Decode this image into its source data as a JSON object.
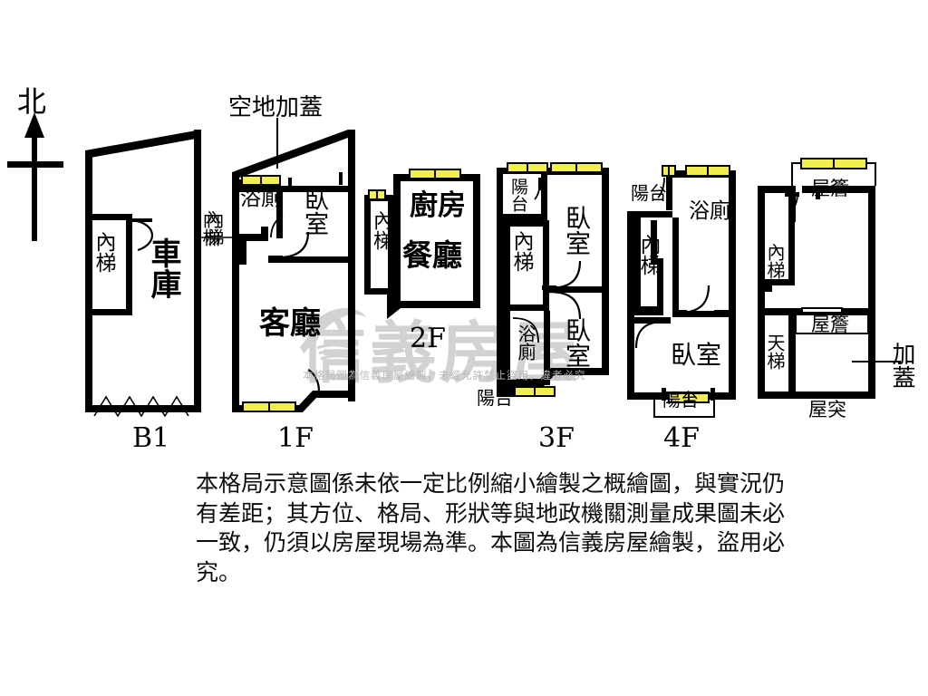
{
  "doc": {
    "kind": "real-estate-floorplan",
    "compass": {
      "label": "北",
      "icon": "north-arrow-icon"
    },
    "watermark": {
      "brand": "信義房屋",
      "notice": "本格局圖為信義房屋繪製，未經允許禁止盜用，違者必究"
    },
    "disclaimer": "本格局示意圖係未依一定比例縮小繪製之概繪圖，與實況仍有差距；其方位、格局、形狀等與地政機關測量成果圖未必一致，仍須以房屋現場為準。本圖為信義房屋繪製，盜用必究。"
  },
  "floors": [
    {
      "id": "b1",
      "name": "B1",
      "rooms": [
        {
          "key": "stair",
          "label": "內梯"
        },
        {
          "key": "garage",
          "label": "車庫"
        }
      ],
      "callouts": [
        {
          "key": "stair_right",
          "label": "內梯"
        }
      ]
    },
    {
      "id": "f1",
      "name": "1F",
      "rooms": [
        {
          "key": "bath",
          "label": "浴廁"
        },
        {
          "key": "bedroom",
          "label": "臥室"
        },
        {
          "key": "living",
          "label": "客廳"
        }
      ],
      "callouts": [
        {
          "key": "roof_cover",
          "label": "空地加蓋"
        }
      ]
    },
    {
      "id": "f2",
      "name": "2F",
      "rooms": [
        {
          "key": "stair",
          "label": "內梯"
        },
        {
          "key": "kitchen",
          "label": "廚房"
        },
        {
          "key": "dining",
          "label": "餐廳"
        }
      ],
      "callouts": []
    },
    {
      "id": "f3",
      "name": "3F",
      "rooms": [
        {
          "key": "balcony_top",
          "label": "陽台"
        },
        {
          "key": "stair",
          "label": "內梯"
        },
        {
          "key": "bedroom_1",
          "label": "臥室"
        },
        {
          "key": "bath",
          "label": "浴廁"
        },
        {
          "key": "bedroom_2",
          "label": "臥室"
        },
        {
          "key": "balcony_bot",
          "label": "陽台"
        }
      ],
      "callouts": []
    },
    {
      "id": "f4",
      "name": "4F",
      "rooms": [
        {
          "key": "balcony_top",
          "label": "陽台"
        },
        {
          "key": "stair",
          "label": "內梯"
        },
        {
          "key": "bath",
          "label": "浴廁"
        },
        {
          "key": "bedroom",
          "label": "臥室"
        },
        {
          "key": "balcony_bot",
          "label": "陽台"
        }
      ],
      "callouts": []
    },
    {
      "id": "rf",
      "name": "",
      "rooms": [
        {
          "key": "eave_top",
          "label": "屋簷"
        },
        {
          "key": "stair",
          "label": "內梯"
        },
        {
          "key": "skyladder",
          "label": "天梯"
        },
        {
          "key": "eave_mid",
          "label": "屋簷"
        }
      ],
      "callouts": [
        {
          "key": "addition",
          "label": "加蓋"
        },
        {
          "key": "penthouse",
          "label": "屋突"
        }
      ]
    }
  ],
  "colors": {
    "wall": "#000000",
    "window_fill": "#f2ee4f",
    "window_stroke": "#000000",
    "paper": "#ffffff",
    "watermark": "#d2d2d2",
    "text": "#000000"
  }
}
